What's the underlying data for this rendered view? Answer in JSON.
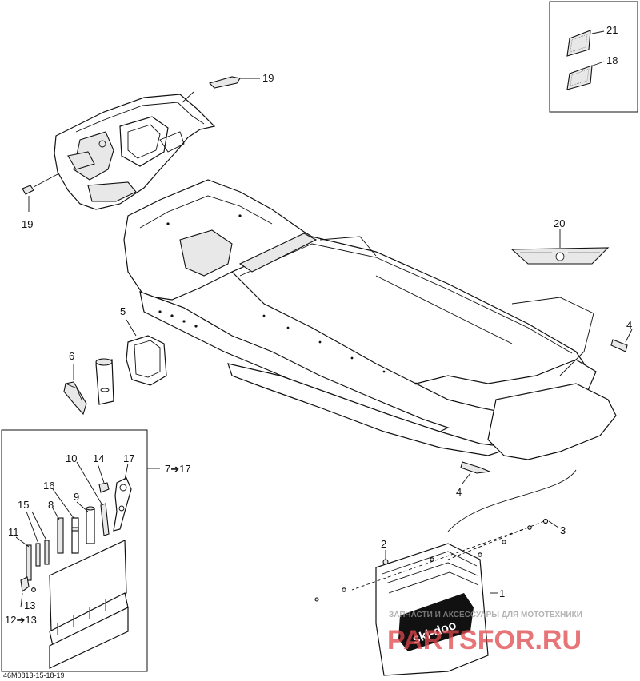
{
  "diagram_ref": "46M0813-15-18-19",
  "callouts": {
    "c1": "1",
    "c2": "2",
    "c3": "3",
    "c4a": "4",
    "c4b": "4",
    "c5": "5",
    "c6": "6",
    "c7": "7➔17",
    "c8": "8",
    "c9": "9",
    "c10": "10",
    "c11": "11",
    "c12": "12➔13",
    "c13": "13",
    "c14": "14",
    "c15": "15",
    "c16": "16",
    "c17": "17",
    "c18": "18",
    "c19a": "19",
    "c19b": "19",
    "c20": "20",
    "c21": "21"
  },
  "flap_logo": "ski-doo",
  "watermark": {
    "line1": "ЗАПЧАСТИ И АКСЕССУАРЫ ДЛЯ МОТОТЕХНИКИ",
    "line2": "PARTSFOR.RU"
  }
}
